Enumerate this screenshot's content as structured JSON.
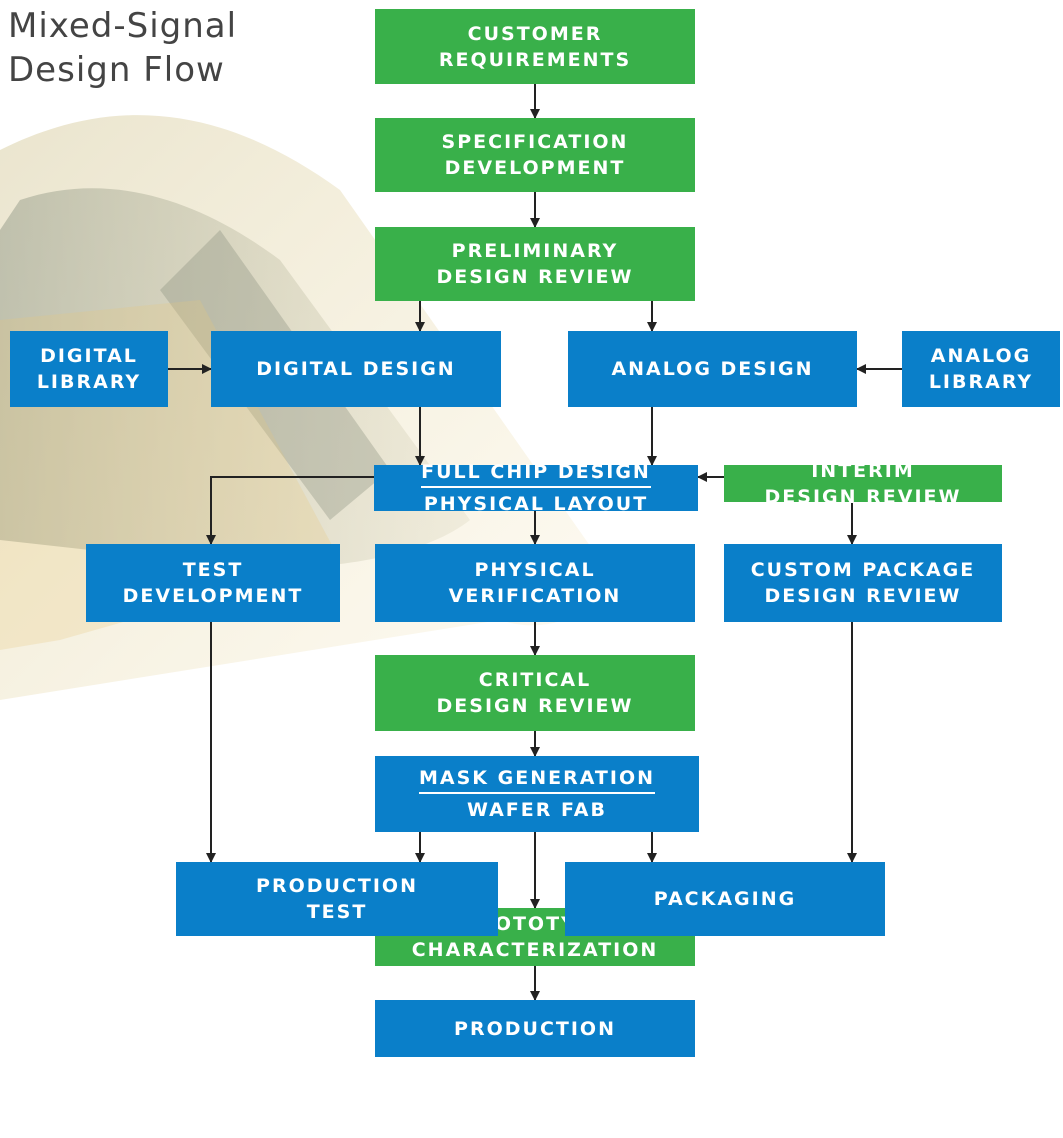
{
  "title": {
    "line1": "Mixed-Signal",
    "line2": "Design Flow"
  },
  "colors": {
    "review_green": "#39b04a",
    "design_blue": "#0a7fc9",
    "arrow": "#222222",
    "title_text": "#444444"
  },
  "boxes": {
    "customer_requirements": {
      "lines": [
        "CUSTOMER",
        "REQUIREMENTS"
      ]
    },
    "specification_development": {
      "lines": [
        "SPECIFICATION",
        "DEVELOPMENT"
      ]
    },
    "preliminary_design_review": {
      "lines": [
        "PRELIMINARY",
        "DESIGN REVIEW"
      ]
    },
    "digital_library": {
      "lines": [
        "DIGITAL",
        "LIBRARY"
      ]
    },
    "digital_design": {
      "lines": [
        "DIGITAL DESIGN"
      ]
    },
    "analog_design": {
      "lines": [
        "ANALOG DESIGN"
      ]
    },
    "analog_library": {
      "lines": [
        "ANALOG",
        "LIBRARY"
      ]
    },
    "full_chip_design": {
      "lines": [
        "FULL CHIP DESIGN",
        "PHYSICAL LAYOUT"
      ]
    },
    "interim_design_review": {
      "lines": [
        "INTERIM",
        "DESIGN REVIEW"
      ]
    },
    "test_development": {
      "lines": [
        "TEST",
        "DEVELOPMENT"
      ]
    },
    "physical_verification": {
      "lines": [
        "PHYSICAL",
        "VERIFICATION"
      ]
    },
    "custom_package_design_review": {
      "lines": [
        "CUSTOM PACKAGE",
        "DESIGN REVIEW"
      ]
    },
    "critical_design_review": {
      "lines": [
        "CRITICAL",
        "DESIGN REVIEW"
      ]
    },
    "mask_generation": {
      "lines": [
        "MASK GENERATION",
        "WAFER FAB"
      ]
    },
    "production_test": {
      "lines": [
        "PRODUCTION",
        "TEST"
      ]
    },
    "packaging": {
      "lines": [
        "PACKAGING"
      ]
    },
    "prototype_characterization": {
      "lines": [
        "PROTOTYPE",
        "CHARACTERIZATION"
      ]
    },
    "production": {
      "lines": [
        "PRODUCTION"
      ]
    }
  }
}
